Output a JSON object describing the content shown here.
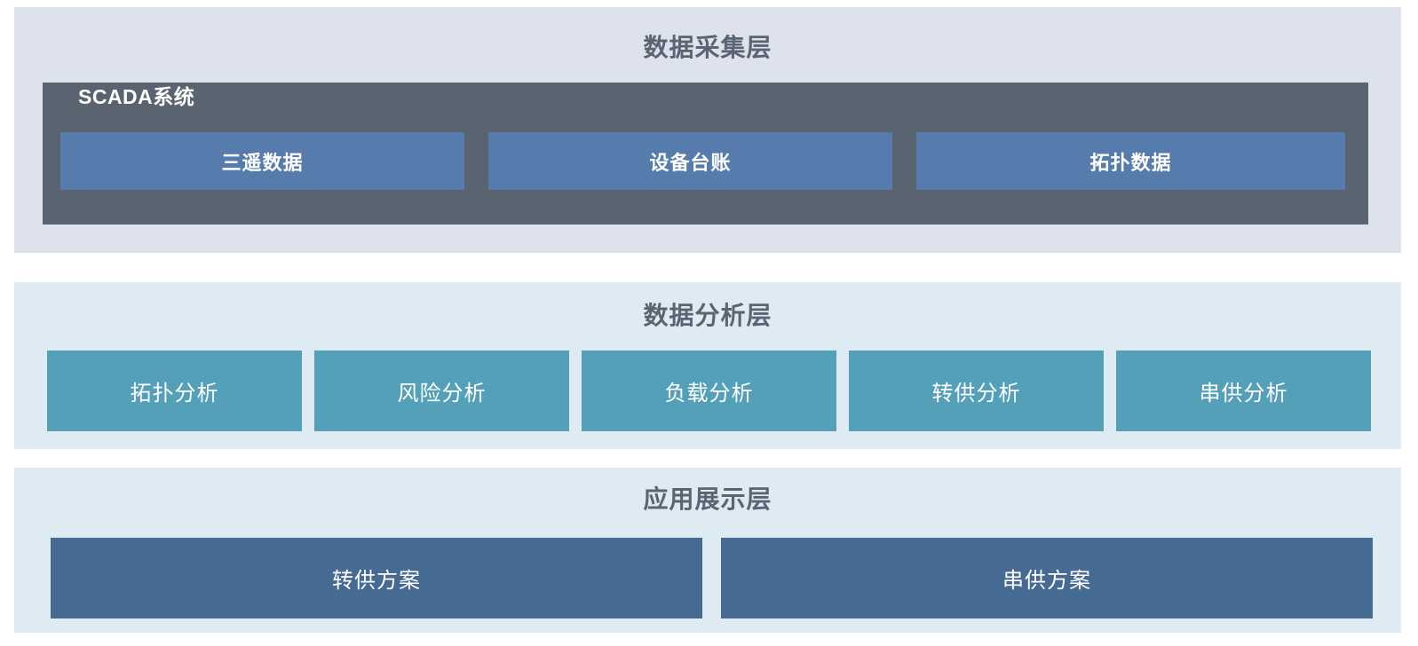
{
  "diagram": {
    "layers": [
      {
        "title": "数据采集层",
        "scada": {
          "title": "SCADA系统",
          "boxes": [
            "三遥数据",
            "设备台账",
            "拓扑数据"
          ]
        }
      },
      {
        "title": "数据分析层",
        "boxes": [
          "拓扑分析",
          "风险分析",
          "负载分析",
          "转供分析",
          "串供分析"
        ]
      },
      {
        "title": "应用展示层",
        "boxes": [
          "转供方案",
          "串供方案"
        ]
      }
    ],
    "colors": {
      "page_bg": "#ffffff",
      "collection_layer_bg": "#dde2ec",
      "analysis_layer_bg": "#dfebf2",
      "application_layer_bg": "#dfebf2",
      "scada_panel_bg": "#5a6370",
      "data_box_bg": "#567cae",
      "analysis_box_bg": "#54a0b8",
      "application_box_bg": "#466b93",
      "layer_title_text": "#5b6472",
      "box_text": "#ffffff"
    }
  }
}
